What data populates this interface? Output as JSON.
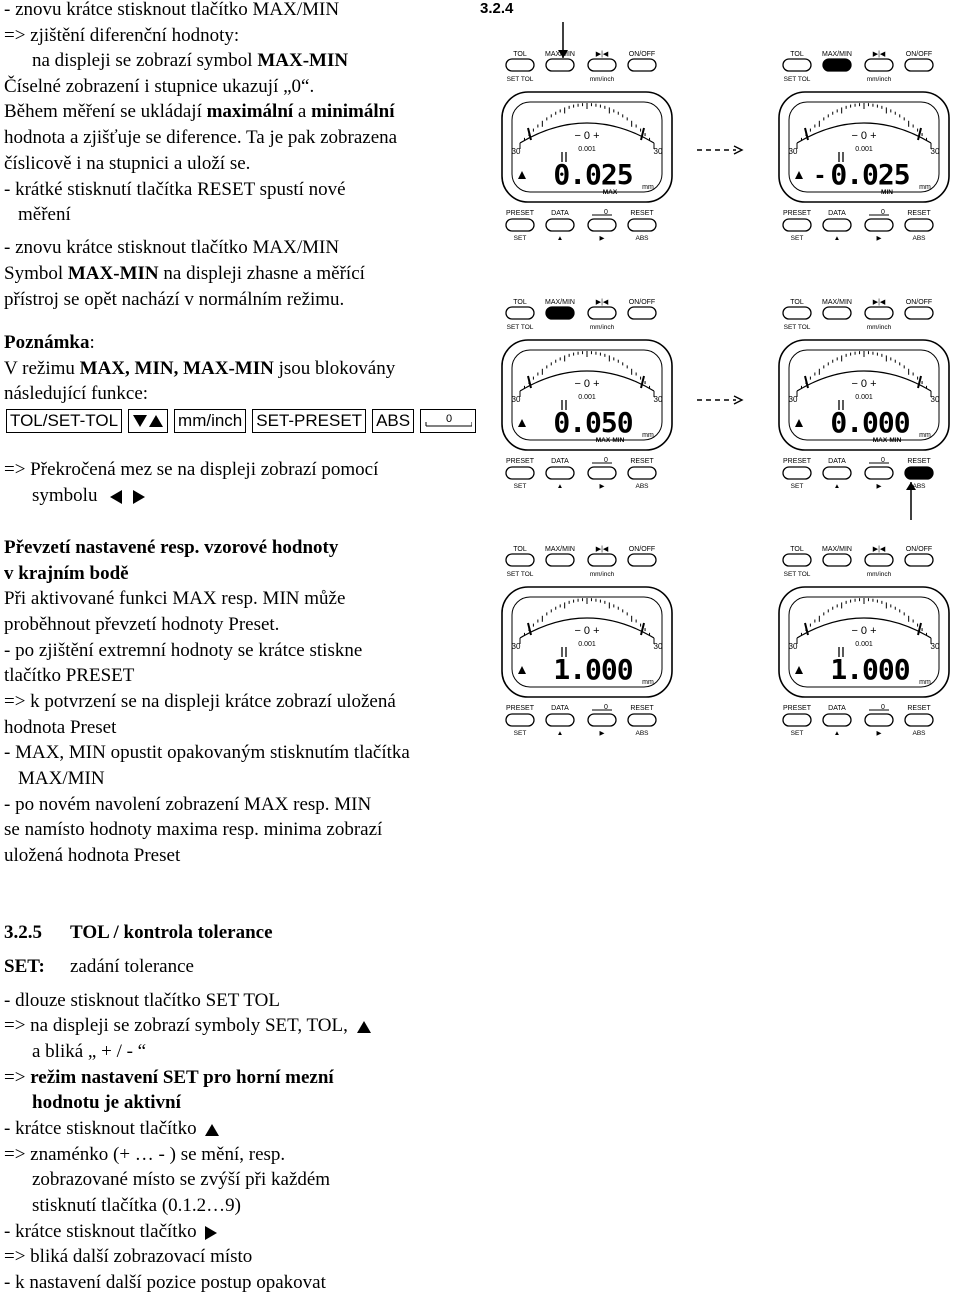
{
  "section_ref": "3.2.4",
  "left_text": {
    "l1": "- znovu krátce stisknout tlačítko MAX/MIN",
    "l2": "=> zjištění diferenční hodnoty:",
    "l3a": "na displeji se zobrazí symbol ",
    "l3b": "MAX-MIN",
    "l4": "Číselné zobrazení i stupnice ukazují „0“.",
    "l5a": "Během měření se ukládají ",
    "l5b": "maximální",
    "l5c": " a ",
    "l5d": "minimální",
    "l6": "hodnota a zjišťuje se diference. Ta je pak zobrazena",
    "l7": "číslicově i na stupnici a uloží se.",
    "l8": "- krátké stisknutí tlačítka RESET spustí nové",
    "l9": "měření",
    "l10": "- znovu krátce stisknout tlačítko MAX/MIN",
    "l11a": "Symbol ",
    "l11b": "MAX-MIN",
    "l11c": " na displeji zhasne a měřící",
    "l12": "přístroj se opět nachází v normálním režimu.",
    "note_head": "Poznámka",
    "note_colon": ":",
    "l14a": "V režimu ",
    "l14b": "MAX, MIN, MAX-MIN",
    "l14c": " jsou blokovány",
    "l15": "následující funkce:",
    "l16": "=> Překročená mez se na displeji zobrazí pomocí",
    "l17": "symbolu",
    "h1": "Převzetí nastavené resp. vzorové hodnoty",
    "h2": "v krajním bodě",
    "l18": "Při aktivované funkci MAX resp. MIN může",
    "l19": "proběhnout převzetí hodnoty Preset.",
    "l20": "- po zjištění extremní hodnoty se krátce stiskne",
    "l21": "tlačítko PRESET",
    "l22": "=> k potvrzení se na displeji krátce zobrazí uložená",
    "l23": "hodnota Preset",
    "l24": "- MAX, MIN opustit opakovaným stisknutím tlačítka",
    "l25": "MAX/MIN",
    "l26": "- po novém navolení zobrazení MAX resp. MIN",
    "l27": "se namísto hodnoty maxima resp. minima zobrazí",
    "l28": "uložená hodnota Preset"
  },
  "blocked_keys": {
    "k1": "TOL/SET-TOL",
    "k3": "mm/inch",
    "k4": "SET-PRESET",
    "k5": "ABS",
    "k6": "0"
  },
  "bottom": {
    "num": "3.2.5",
    "title": "TOL / kontrola tolerance",
    "set_label": "SET:",
    "set_text": "zadání tolerance",
    "b1": "- dlouze stisknout tlačítko SET TOL",
    "b2": "=> na displeji se zobrazí symboly SET, TOL,",
    "b3": "a bliká „ + / - “",
    "b4a": "=> ",
    "b4b": "režim nastavení SET pro horní mezní",
    "b5": "hodnotu je aktivní",
    "b6": "- krátce stisknout tlačítko",
    "b7": "=> znaménko (+ … - ) se mění, resp.",
    "b8": "zobrazované místo se zvýší při každém",
    "b9": "stisknutí tlačítka (0.1.2…9)",
    "b10": "- krátce stisknout tlačítko",
    "b11": "=> bliká další zobrazovací místo",
    "b12": "- k nastavení další pozice postup opakovat"
  },
  "device": {
    "top_buttons": [
      "TOL",
      "MAX/MIN",
      "▶|◀",
      "ON/OFF"
    ],
    "top_sublabels": [
      "SET TOL",
      "",
      "mm/inch",
      ""
    ],
    "bottom_buttons": [
      "PRESET",
      "DATA",
      "0",
      "RESET"
    ],
    "bottom_sublabels": [
      "SET",
      "▲",
      "▶",
      "ABS"
    ],
    "scale_center": "0",
    "scale_left": "30",
    "scale_right": "30",
    "resolution": "0.001",
    "unit": "mm",
    "minus_sign": "-",
    "row1_left_value": "0.025",
    "row1_left_mode": "MAX",
    "row1_right_value": "0.025",
    "row1_right_mode": "MIN",
    "row2_left_value": "0.050",
    "row2_left_mode": "MAX-MIN",
    "row2_right_value": "0.000",
    "row2_right_mode": "MAX-MIN",
    "row3_left_value": "1.000",
    "row3_right_value": "1.000"
  }
}
